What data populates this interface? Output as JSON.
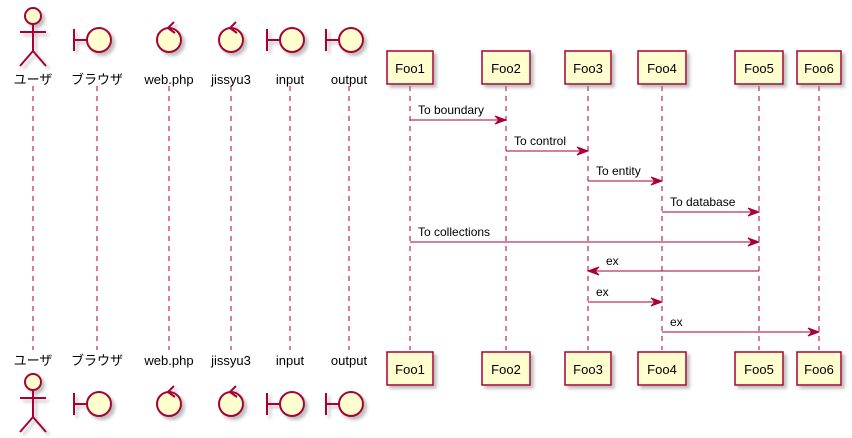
{
  "colors": {
    "stroke": "#A80036",
    "fill": "#FEFECE",
    "shadow": "#C8C8C8",
    "text": "#000000"
  },
  "participants": [
    {
      "name": "ユーザ",
      "kind": "actor",
      "icon": "actor-icon"
    },
    {
      "name": "ブラウザ",
      "kind": "boundary",
      "icon": "boundary-icon"
    },
    {
      "name": "web.php",
      "kind": "control",
      "icon": "control-icon"
    },
    {
      "name": "jissyu3",
      "kind": "control",
      "icon": "control-icon"
    },
    {
      "name": "input",
      "kind": "boundary",
      "icon": "boundary-icon"
    },
    {
      "name": "output",
      "kind": "boundary",
      "icon": "boundary-icon"
    },
    {
      "name": "Foo1",
      "kind": "box"
    },
    {
      "name": "Foo2",
      "kind": "box"
    },
    {
      "name": "Foo3",
      "kind": "box"
    },
    {
      "name": "Foo4",
      "kind": "box"
    },
    {
      "name": "Foo5",
      "kind": "box"
    },
    {
      "name": "Foo6",
      "kind": "box"
    }
  ],
  "messages": [
    {
      "from": "Foo1",
      "to": "Foo2",
      "label": "To boundary"
    },
    {
      "from": "Foo2",
      "to": "Foo3",
      "label": "To control"
    },
    {
      "from": "Foo3",
      "to": "Foo4",
      "label": "To entity"
    },
    {
      "from": "Foo4",
      "to": "Foo5",
      "label": "To database"
    },
    {
      "from": "Foo1",
      "to": "Foo5",
      "label": "To collections"
    },
    {
      "from": "Foo5",
      "to": "Foo3",
      "label": "ex"
    },
    {
      "from": "Foo3",
      "to": "Foo4",
      "label": "ex"
    },
    {
      "from": "Foo4",
      "to": "Foo6",
      "label": "ex"
    }
  ]
}
